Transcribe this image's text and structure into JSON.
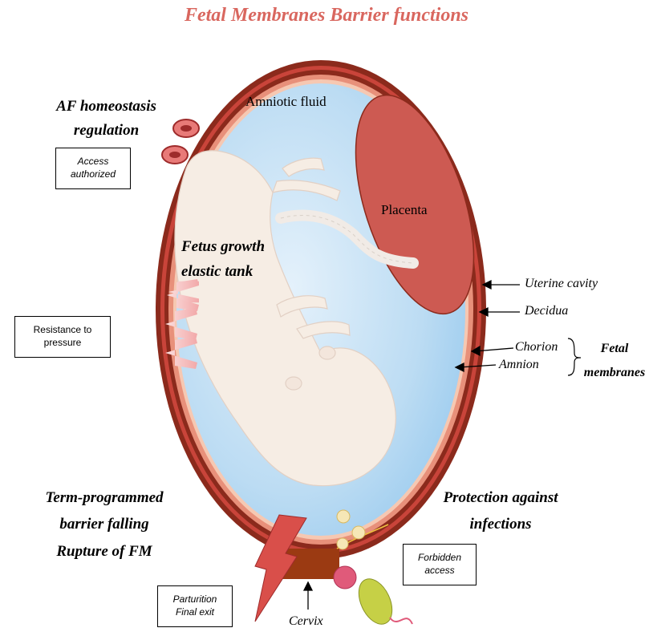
{
  "title": "Fetal Membranes Barrier functions",
  "labels": {
    "amniotic_fluid": "Amniotic fluid",
    "placenta": "Placenta",
    "af_homeostasis": "AF homeostasis",
    "regulation": "regulation",
    "fetus_growth": "Fetus growth",
    "elastic_tank": "elastic tank",
    "term_programmed": "Term-programmed",
    "barrier_falling": "barrier falling",
    "rupture": "Rupture of FM",
    "protection_against": "Protection against",
    "infections": "infections",
    "uterine_cavity": "Uterine cavity",
    "decidua": "Decidua",
    "chorion": "Chorion",
    "amnion": "Amnion",
    "fetal": "Fetal",
    "membranes": "membranes",
    "cervix": "Cervix"
  },
  "boxes": {
    "access_line1": "Access",
    "access_line2": "authorized",
    "resistance_line1": "Resistance to",
    "resistance_line2": "pressure",
    "forbidden_line1": "Forbidden",
    "forbidden_line2": "access",
    "parturition_line1": "Parturition",
    "parturition_line2": "Final exit"
  },
  "colors": {
    "title": "#d9675f",
    "uterine_wall": "#8b2a1c",
    "membrane_salmon": "#e8907a",
    "amniotic_fluid": "#c9e3f5",
    "placenta": "#cd5a52",
    "cervix": "#9b3a12",
    "fetus": "#f6ede4"
  }
}
